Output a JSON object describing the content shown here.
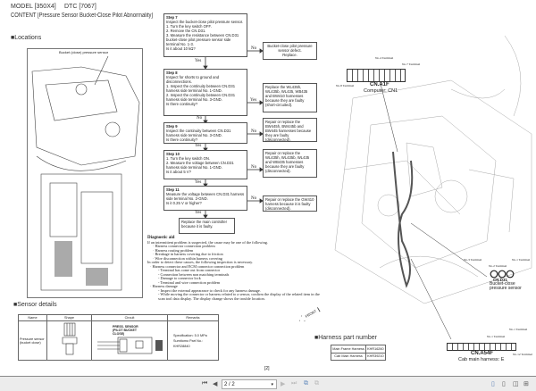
{
  "header": {
    "model": "MODEL [350X4]",
    "dtc": "DTC [7067]",
    "content": "CONTENT [Pressure Sensor Bucket-Close Pilot Abnormality]"
  },
  "locations": {
    "title": "■Locations",
    "callout": "Bucket (close) pressure sensor"
  },
  "flow": {
    "step7": {
      "title": "Step 7",
      "body": "Inspect the bucket-close pilot pressure sensor.\n1. Turn the key switch OFF.\n2. Remove the CN.D31.\n3. Measure the resistance between CN.D31 bucket-close pilot pressure sensor side terminal No. 1-3.",
      "q": "Is it about 10 kΩ?",
      "no": "No",
      "yes": "Yes",
      "result": "Bucket-close pilot pressure sensor defect.\nReplace."
    },
    "step8": {
      "title": "Step 8",
      "body": "Inspect for shorts to ground and disconnections.\n1. Inspect the continuity between CN.D31 harness side terminal No. 1-GND.\n2. Inspect the continuity between CN.D31 harness side terminal No. 3-GND.",
      "q": "Is there continuity?",
      "yes": "Yes",
      "no": "No",
      "result": "Replace the WL435h, WL435b, WL435, WB435 and BW410 harnesses because they are faulty (short-circuited)."
    },
    "step9": {
      "title": "Step 9",
      "body": "Inspect the continuity between CN.D31 harness side terminal No. 3-GND.",
      "q": "Is there continuity?",
      "no": "No",
      "yes": "Yes",
      "result": "Repair or replace the BW445h, BW445b and BW445 harnesses because they are faulty (disconnected)."
    },
    "step10": {
      "title": "Step 10",
      "body": "1. Turn the key switch ON.\n2. Measure the voltage between CN.D31 harness side terminal No. 1-GND.",
      "q": "Is it about 5 V?",
      "no": "No",
      "yes": "Yes",
      "result": "Repair or replace the WL435h, WL435b, WL435 and WB435 harnesses because they are faulty (disconnected)."
    },
    "step11": {
      "title": "Step 11",
      "body": "Measure the voltage between CN.D31 harness side terminal No. 2-GND.",
      "q": "Is it 0.25 V or higher?",
      "no": "No",
      "yes": "Yes",
      "result": "Repair or replace the GW410 harness because it is faulty (disconnected)."
    },
    "final": "Replace the main controller because it is faulty."
  },
  "diagnostic": {
    "title": "Diagnostic aid",
    "lines": [
      "If an intermittent problem is suspected, the cause may be one of the following.",
      "· Harness connector connection problem",
      "· Harness routing problem",
      "· Breakage in harness covering due to friction",
      "· Wire disconnection within harness covering",
      "In order to detect these causes, the following inspection is necessary.",
      "· Harness connector and ECM connector connection problem",
      "- Terminal has come out from connector",
      "- Connection between non matching terminals",
      "- Damage to connector lock",
      "- Terminal and wire connection problem",
      "· Harness damage",
      "- Inspect the external appearance to check for any harness damage.",
      "- While moving the connector or harness related to a sensor, confirm the display of the related item in the scan tool data display. The display change shows the trouble location."
    ]
  },
  "sensor": {
    "title": "■Sensor details",
    "headers": [
      "Name",
      "Shape",
      "Circuit",
      "Remarks"
    ],
    "name": "Pressure sensor (bucket close)",
    "circuit_label": "PRESS. SENSOR (PILOT BUCKET CLOSE)",
    "remarks": [
      "Specification: 5.0 MPa",
      "Sumitomo Part No.:",
      "KHR28840"
    ]
  },
  "harness": {
    "title": "■Harness part number",
    "rows": [
      [
        "Main Frame Harness",
        "KHR16260"
      ],
      [
        "Cab Main Harness",
        "KHR39210"
      ]
    ]
  },
  "connectors": {
    "a1f_name": "CN.A1F",
    "a1f_sub": "Computer: CN1",
    "a1f_t4": "No.4 Terminal",
    "a1f_t7": "No.7 Terminal",
    "a1f_t8": "No.8 Terminal",
    "d31_name": "CN.D31",
    "d31_sub": "Bucket-close pressure sensor",
    "d31_t3": "No.3 Terminal",
    "d31_t2": "No.2 Terminal",
    "d31_t1": "No.1 Terminal",
    "a54f_name": "CN.A54F",
    "a54f_sub": "Cab main harness: E",
    "a54f_t1a": "No.1 Terminal",
    "a54f_t1b": "No.1 Terminal",
    "a54f_t12": "No.12 Terminal",
    "front": "FRONT"
  },
  "page_label": "[2]",
  "toolbar": {
    "page_value": "2 / 2"
  }
}
